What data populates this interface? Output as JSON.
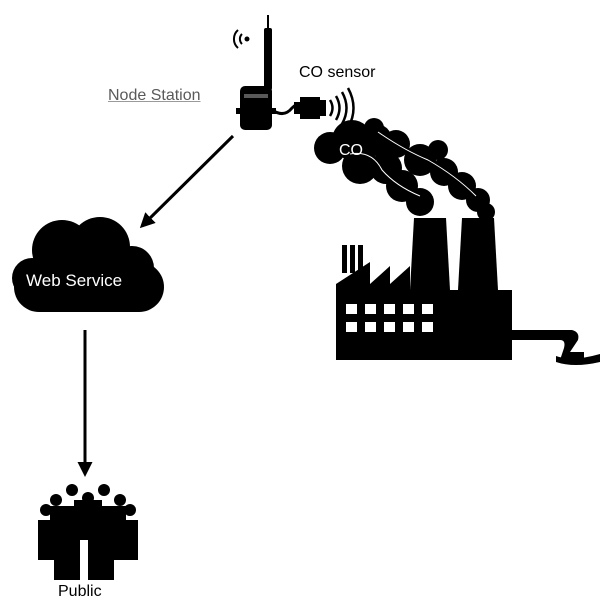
{
  "labels": {
    "node_station": "Node Station",
    "co_sensor": "CO sensor",
    "web_service": "Web Service",
    "public": "Public",
    "co_smoke": "CO"
  },
  "icons": {
    "wireless": "wireless-signal-icon",
    "node": "node-station-icon",
    "sensor": "co-sensor-icon",
    "cloud": "cloud-icon",
    "people": "people-group-icon",
    "factory": "factory-icon"
  },
  "colors": {
    "ink": "#000000",
    "background": "#ffffff",
    "node_label": "#5a5a5a"
  }
}
